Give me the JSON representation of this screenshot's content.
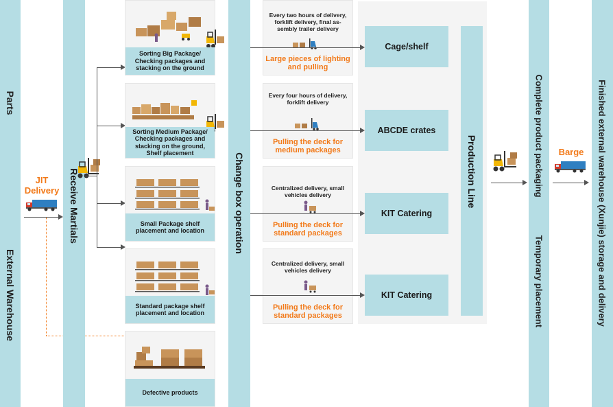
{
  "left_column": {
    "parts": "Parts",
    "external_warehouse": "External Warehouse"
  },
  "jit": {
    "label_line1": "JIT",
    "label_line2": "Delivery"
  },
  "receive": {
    "label": "Receive Martials"
  },
  "sorting": [
    {
      "caption": "Sorting Big Package/ Checking packages and stacking on the ground"
    },
    {
      "caption": "Sorting Medium Package/ Checking packages and stacking on the ground, Shelf placement"
    },
    {
      "caption": "Small Package shelf placement and location"
    },
    {
      "caption": "Standard package shelf placement and location"
    },
    {
      "caption": "Defective products"
    }
  ],
  "change_box": {
    "label": "Change box operation"
  },
  "delivery": [
    {
      "top": "Every two hours of delivery, forklift delivery, final as- sembly trailer delivery",
      "orange": "Large pieces of lighting and pulling"
    },
    {
      "top": "Every four hours of delivery, forklift delivery",
      "orange": "Pulling the deck for medium packages"
    },
    {
      "top": "Centralized delivery, small vehicles delivery",
      "orange": "Pulling the deck for standard packages"
    },
    {
      "top": "Centralized delivery, small vehicles delivery",
      "orange": "Pulling the deck for standard packages"
    }
  ],
  "targets": [
    "Cage/shelf",
    "ABCDE crates",
    "KIT Catering",
    "KIT Catering"
  ],
  "production_line": {
    "label": "Production Line"
  },
  "packaging": {
    "complete": "Complete product packaging",
    "temporary": "Temporary placement"
  },
  "barge": {
    "label": "Barge"
  },
  "finished": {
    "label": "Finished external warehouse (Xunjie) storage and delivery"
  },
  "colors": {
    "bar": "#b5dde4",
    "accent": "#f27a1a",
    "truck_blue": "#2f7fc1",
    "truck_red": "#d23a2a",
    "forklift": "#f2b705"
  }
}
